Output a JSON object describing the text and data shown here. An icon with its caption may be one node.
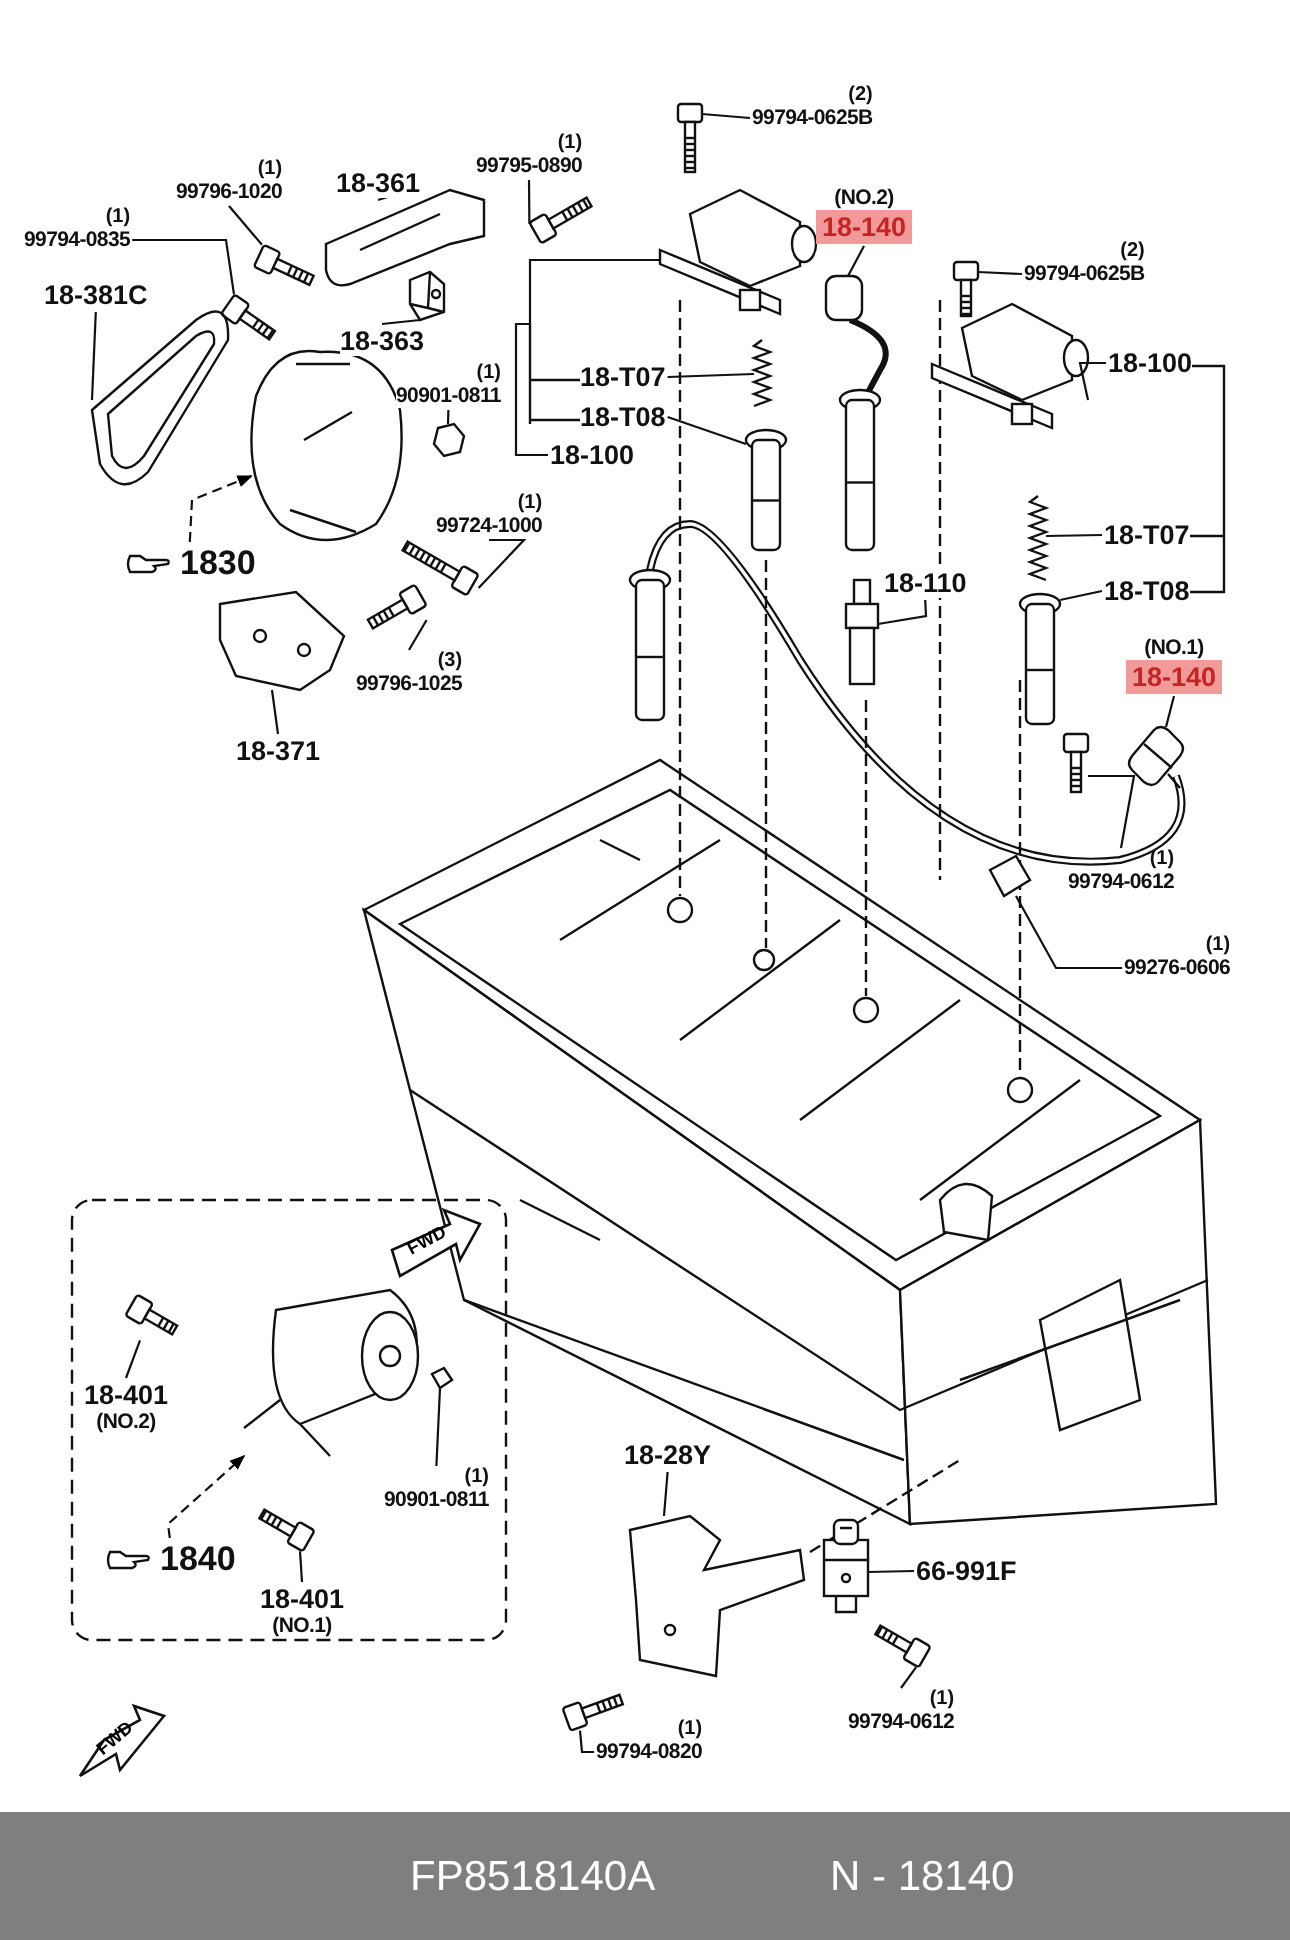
{
  "diagram": {
    "nodes": [
      {
        "text": [
          "99794-0835"
        ],
        "beside": [
          "(1)"
        ]
      },
      {
        "text": [
          "99796-1020"
        ],
        "beside": [
          "(1)"
        ]
      },
      {
        "text": [
          "18-361"
        ]
      },
      {
        "text": [
          "99795-0890"
        ],
        "beside": [
          "(1)"
        ]
      },
      {
        "text": [
          "18-381C"
        ]
      },
      {
        "text": [
          "18-363"
        ]
      },
      {
        "text": [
          "90901-0811"
        ],
        "beside": [
          "(1)"
        ]
      },
      {
        "text": [
          "18-T07"
        ]
      },
      {
        "text": [
          "18-T08"
        ]
      },
      {
        "text": [
          "18-100"
        ]
      },
      {
        "text": [
          "99724-1000"
        ],
        "beside": [
          "(1)"
        ]
      },
      {
        "text": [
          "1830"
        ]
      },
      {
        "text": [
          "99796-1025"
        ],
        "beside": [
          "(3)"
        ]
      },
      {
        "text": [
          "18-371"
        ]
      },
      {
        "text": [
          "99794-0625B"
        ],
        "beside": [
          "(2)"
        ]
      },
      {
        "text": [
          "(NO.2)",
          "18-140"
        ]
      },
      {
        "text": [
          "99794-0625B"
        ],
        "beside": [
          "(2)"
        ]
      },
      {
        "text": [
          "18-100"
        ]
      },
      {
        "text": [
          "18-T07"
        ]
      },
      {
        "text": [
          "18-T08"
        ]
      },
      {
        "text": [
          "18-110"
        ]
      },
      {
        "text": [
          "(NO.1)",
          "18-140"
        ]
      },
      {
        "text": [
          "99794-0612"
        ],
        "beside": [
          "(1)"
        ]
      },
      {
        "text": [
          "99276-0606"
        ],
        "beside": [
          "(1)"
        ]
      },
      {
        "text": [
          "18-401",
          "(NO.2)"
        ]
      },
      {
        "text": [
          "90901-0811"
        ],
        "beside": [
          "(1)"
        ]
      },
      {
        "text": [
          "1840"
        ]
      },
      {
        "text": [
          "18-401",
          "(NO.1)"
        ]
      },
      {
        "text": [
          "18-28Y"
        ]
      },
      {
        "text": [
          "66-991F"
        ]
      },
      {
        "text": [
          "99794-0612"
        ],
        "beside": [
          "(1)"
        ]
      },
      {
        "text": [
          "99794-0820"
        ],
        "beside": [
          "(1)"
        ]
      },
      {
        "text": [],
        "shape": "picture"
      },
      {
        "text": [],
        "shape": "picture"
      },
      {
        "text": [],
        "shape": "picture"
      },
      {
        "text": [],
        "shape": "picture"
      },
      {
        "text": [],
        "shape": "picture"
      },
      {
        "text": [],
        "shape": "picture"
      },
      {
        "text": [],
        "shape": "picture"
      },
      {
        "text": [],
        "shape": "picture"
      },
      {
        "text": [],
        "shape": "picture"
      },
      {
        "text": [],
        "shape": "picture"
      },
      {
        "text": [],
        "shape": "picture"
      },
      {
        "text": [],
        "shape": "picture"
      },
      {
        "text": [],
        "shape": "picture"
      },
      {
        "text": [],
        "shape": "picture"
      },
      {
        "text": [],
        "shape": "picture"
      },
      {
        "text": [],
        "shape": "picture"
      },
      {
        "text": [],
        "shape": "picture"
      },
      {
        "text": [],
        "shape": "picture"
      },
      {
        "text": [],
        "shape": "picture"
      },
      {
        "text": [],
        "shape": "picture"
      },
      {
        "text": [],
        "shape": "picture"
      },
      {
        "text": [],
        "shape": "picture"
      },
      {
        "text": [],
        "shape": "picture"
      },
      {
        "text": [],
        "shape": "picture"
      },
      {
        "text": [],
        "shape": "picture"
      },
      {
        "text": [],
        "shape": "picture"
      },
      {
        "text": [],
        "shape": "picture"
      },
      {
        "text": [],
        "shape": "picture"
      },
      {
        "text": [],
        "shape": "picture"
      },
      {
        "text": [],
        "shape": "picture"
      },
      {
        "text": [],
        "shape": "picture"
      },
      {
        "text": [],
        "shape": "picture"
      }
    ],
    "edges": [
      {
        "from": 0,
        "to": 32,
        "arrow": "none"
      },
      {
        "from": 1,
        "to": 33,
        "arrow": "none"
      },
      {
        "from": 2,
        "to": 34,
        "arrow": "none"
      },
      {
        "from": 3,
        "to": 35,
        "arrow": "none"
      },
      {
        "from": 4,
        "to": 36,
        "arrow": "none"
      },
      {
        "from": 5,
        "to": 37,
        "arrow": "none"
      },
      {
        "from": 6,
        "to": 38,
        "arrow": "none"
      },
      {
        "from": 7,
        "to": 39,
        "arrow": "none"
      },
      {
        "from": 8,
        "to": 40,
        "arrow": "none"
      },
      {
        "from": 9,
        "to": 41,
        "arrow": "none"
      },
      {
        "from": 10,
        "to": 42,
        "arrow": "none"
      },
      {
        "from": 11,
        "to": 43,
        "arrow": "to",
        "style": "dashed"
      },
      {
        "from": 12,
        "to": 44,
        "arrow": "none"
      },
      {
        "from": 13,
        "to": 45,
        "arrow": "none"
      },
      {
        "from": 14,
        "to": 46,
        "arrow": "none"
      },
      {
        "from": 15,
        "to": 47,
        "arrow": "none"
      },
      {
        "from": 16,
        "to": 48,
        "arrow": "none"
      },
      {
        "from": 17,
        "to": 49,
        "arrow": "none"
      },
      {
        "from": 18,
        "to": 50,
        "arrow": "none"
      },
      {
        "from": 19,
        "to": 51,
        "arrow": "none"
      },
      {
        "from": 20,
        "to": 52,
        "arrow": "none"
      },
      {
        "from": 21,
        "to": 53,
        "arrow": "none"
      },
      {
        "from": 22,
        "to": 54,
        "arrow": "none"
      },
      {
        "from": 23,
        "to": 55,
        "arrow": "none"
      },
      {
        "from": 24,
        "to": 56,
        "arrow": "none"
      },
      {
        "from": 25,
        "to": 57,
        "arrow": "none"
      },
      {
        "from": 26,
        "to": 58,
        "arrow": "to",
        "style": "dashed"
      },
      {
        "from": 27,
        "to": 59,
        "arrow": "none"
      },
      {
        "from": 28,
        "to": 60,
        "arrow": "none"
      },
      {
        "from": 29,
        "to": 61,
        "arrow": "none"
      },
      {
        "from": 30,
        "to": 62,
        "arrow": "none"
      },
      {
        "from": 31,
        "to": 63,
        "arrow": "none"
      }
    ],
    "labels": [
      "FWD",
      "FWD",
      "FP8518140A",
      "N - 18140"
    ]
  }
}
